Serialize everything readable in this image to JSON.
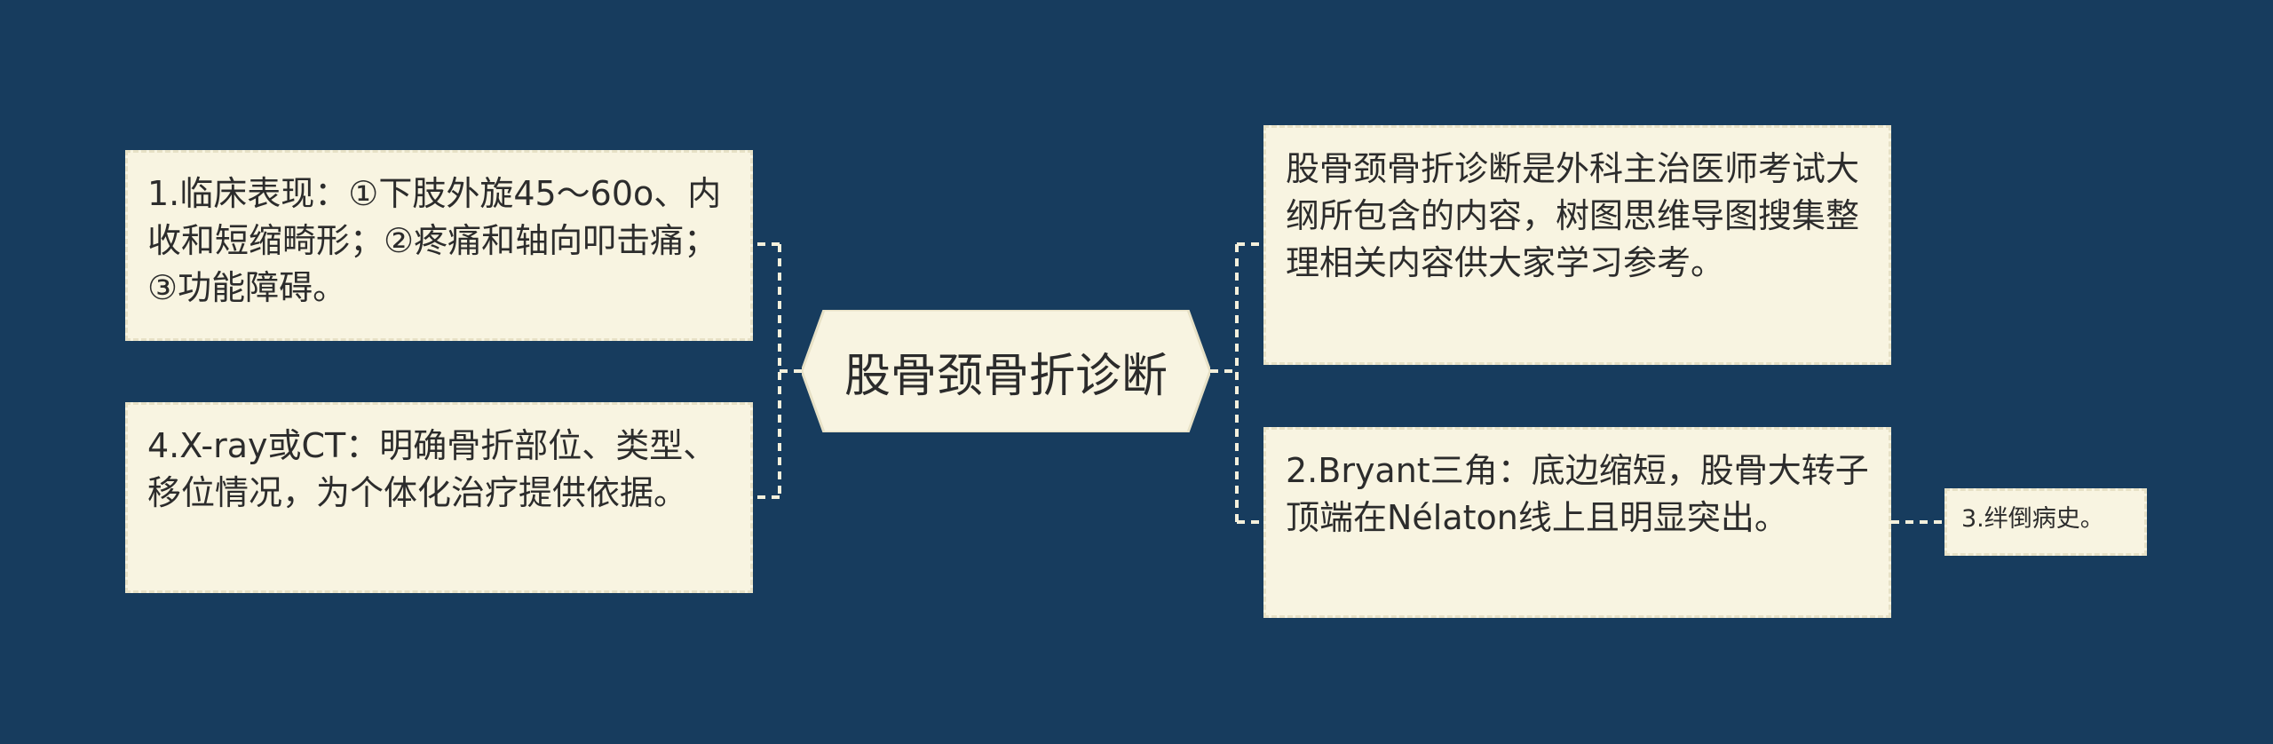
{
  "diagram": {
    "center": "股骨颈骨折诊断",
    "nodes": [
      {
        "id": "n1",
        "text": "1.临床表现：①下肢外旋45～60o、内收和短缩畸形；②疼痛和轴向叩击痛；③功能障碍。"
      },
      {
        "id": "n4",
        "text": "4.X-ray或CT：明确骨折部位、类型、移位情况，为个体化治疗提供依据。"
      },
      {
        "id": "n0",
        "text": "股骨颈骨折诊断是外科主治医师考试大纲所包含的内容，树图思维导图搜集整理相关内容供大家学习参考。"
      },
      {
        "id": "n2",
        "text": "2.Bryant三角：底边缩短，股骨大转子顶端在Nélaton线上且明显突出。"
      },
      {
        "id": "n3",
        "text": "3.绊倒病史。"
      }
    ]
  },
  "colors": {
    "background": "#173c5e",
    "node_fill": "#f8f4e1",
    "connector": "#f4f0dc",
    "text": "#2c2c2c"
  }
}
